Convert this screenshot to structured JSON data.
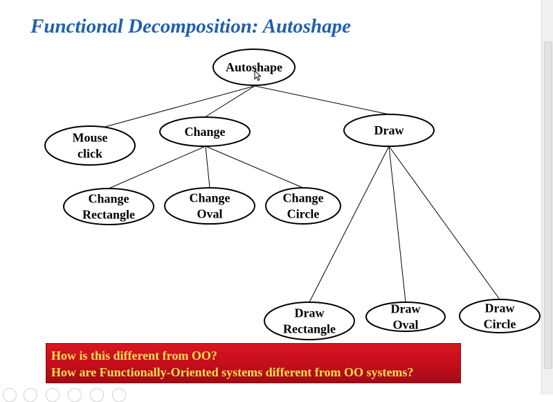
{
  "title": "Functional Decomposition: Autoshape",
  "nodes": [
    {
      "id": "autoshape",
      "lines": [
        "Autoshape"
      ]
    },
    {
      "id": "mouse-click",
      "lines": [
        "Mouse",
        "click"
      ]
    },
    {
      "id": "change",
      "lines": [
        "Change"
      ]
    },
    {
      "id": "draw",
      "lines": [
        "Draw"
      ]
    },
    {
      "id": "change-rectangle",
      "lines": [
        "Change",
        "Rectangle"
      ]
    },
    {
      "id": "change-oval",
      "lines": [
        "Change",
        "Oval"
      ]
    },
    {
      "id": "change-circle",
      "lines": [
        "Change",
        "Circle"
      ]
    },
    {
      "id": "draw-rectangle",
      "lines": [
        "Draw",
        "Rectangle"
      ]
    },
    {
      "id": "draw-oval",
      "lines": [
        "Draw",
        "Oval"
      ]
    },
    {
      "id": "draw-circle",
      "lines": [
        "Draw",
        "Circle"
      ]
    }
  ],
  "edges": [
    [
      "autoshape",
      "mouse-click"
    ],
    [
      "autoshape",
      "change"
    ],
    [
      "autoshape",
      "draw"
    ],
    [
      "change",
      "change-rectangle"
    ],
    [
      "change",
      "change-oval"
    ],
    [
      "change",
      "change-circle"
    ],
    [
      "draw",
      "draw-rectangle"
    ],
    [
      "draw",
      "draw-oval"
    ],
    [
      "draw",
      "draw-circle"
    ]
  ],
  "questions": [
    "How is this different from OO?",
    "How are Functionally-Oriented systems different from OO systems?"
  ],
  "colors": {
    "title": "#1f5fb0",
    "question_bg": "#c10d1b",
    "question_text": "#ffe24a"
  }
}
